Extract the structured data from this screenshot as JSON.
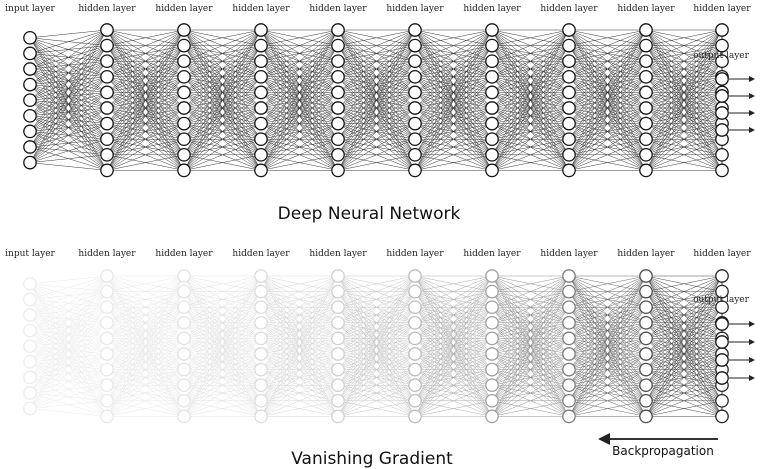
{
  "diagrams": [
    {
      "caption": "Deep Neural Network",
      "layer_labels": [
        "input layer",
        "hidden layer",
        "hidden layer",
        "hidden layer",
        "hidden layer",
        "hidden layer",
        "hidden layer",
        "hidden layer",
        "hidden layer",
        "hidden layer",
        "output layer"
      ],
      "layer_node_counts": [
        9,
        10,
        10,
        10,
        10,
        10,
        10,
        10,
        10,
        10,
        4
      ],
      "layer_shade": [
        1,
        1,
        1,
        1,
        1,
        1,
        1,
        1,
        1,
        1,
        1
      ],
      "backprop_label": ""
    },
    {
      "caption": "Vanishing Gradient",
      "layer_labels": [
        "input layer",
        "hidden layer",
        "hidden layer",
        "hidden layer",
        "hidden layer",
        "hidden layer",
        "hidden layer",
        "hidden layer",
        "hidden layer",
        "hidden layer",
        "output layer"
      ],
      "layer_node_counts": [
        9,
        10,
        10,
        10,
        10,
        10,
        10,
        10,
        10,
        10,
        4
      ],
      "layer_shade": [
        0.08,
        0.1,
        0.12,
        0.15,
        0.2,
        0.28,
        0.4,
        0.55,
        0.75,
        0.92,
        1
      ],
      "backprop_label": "Backpropagation"
    }
  ]
}
